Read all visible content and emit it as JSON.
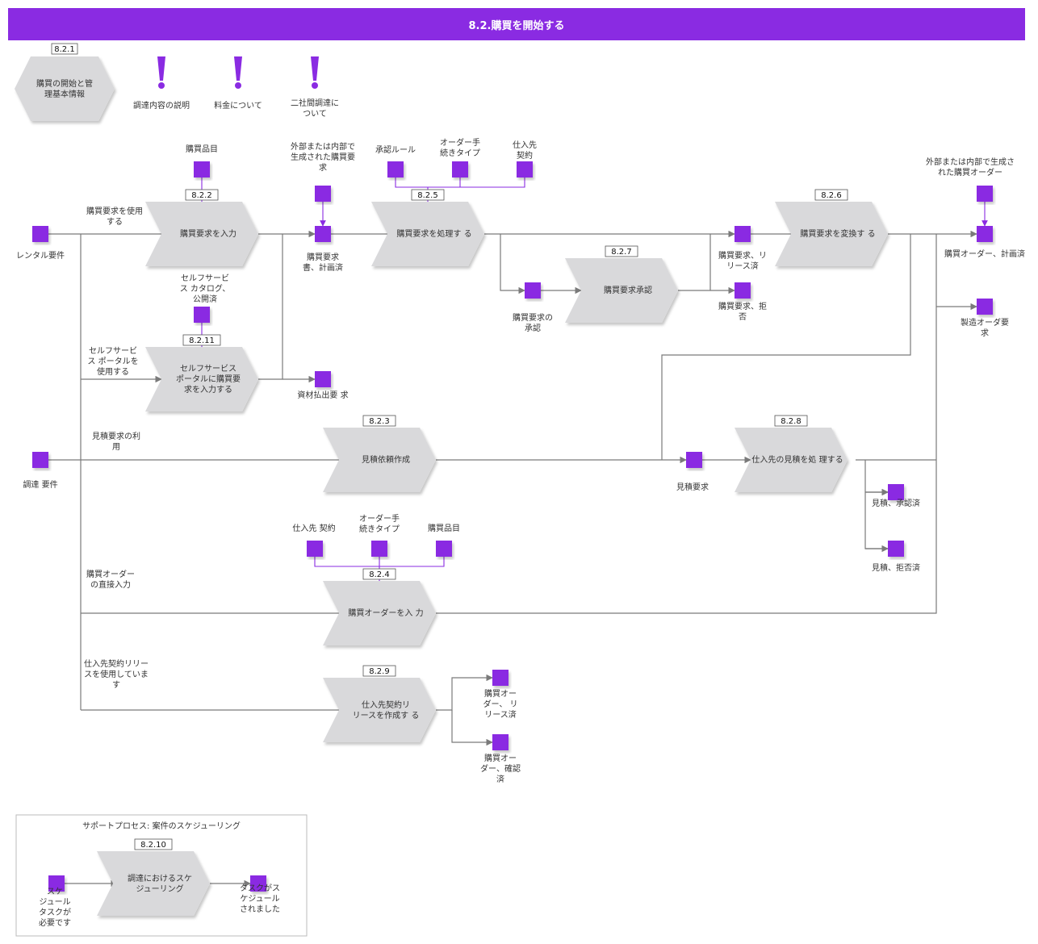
{
  "title": "8.2.購買を開始する",
  "colors": {
    "accent": "#8a2be2",
    "shape": "#d9d9db",
    "connector": "#7a7a7a"
  },
  "hex": {
    "id": "8.2.1",
    "label": "購買の開始と管理基本情報"
  },
  "notes": [
    {
      "label": "調達内容の説明"
    },
    {
      "label": "料金について"
    },
    {
      "label": "二社間調達について"
    }
  ],
  "processes": [
    {
      "key": "p822",
      "id": "8.2.2",
      "label": "購買要求を入力"
    },
    {
      "key": "p8211",
      "id": "8.2.11",
      "label": "セルフサービスポータルに購買要求を入力する"
    },
    {
      "key": "p825",
      "id": "8.2.5",
      "label": "購買要求を処理する"
    },
    {
      "key": "p827",
      "id": "8.2.7",
      "label": "購買要求承認"
    },
    {
      "key": "p826",
      "id": "8.2.6",
      "label": "購買要求を変換する"
    },
    {
      "key": "p823",
      "id": "8.2.3",
      "label": "見積依頼作成"
    },
    {
      "key": "p828",
      "id": "8.2.8",
      "label": "仕入先の見積を処理する"
    },
    {
      "key": "p824",
      "id": "8.2.4",
      "label": "購買オーダーを入力"
    },
    {
      "key": "p829",
      "id": "8.2.9",
      "label": "仕入先契約リリースを作成する"
    },
    {
      "key": "p8210",
      "id": "8.2.10",
      "label": "調達におけるスケジューリング"
    }
  ],
  "objects": [
    {
      "key": "rental",
      "label": "レンタル要件"
    },
    {
      "key": "procurement",
      "label": "調達 要件"
    },
    {
      "key": "item1",
      "label": "購買品目"
    },
    {
      "key": "catalog",
      "label": "セルフサービス カタログ、公開済"
    },
    {
      "key": "extreq",
      "label": "外部または内部で生成された購買要求"
    },
    {
      "key": "reqplanned",
      "label": "購買要求書、計画済"
    },
    {
      "key": "issue",
      "label": "資材払出要 求"
    },
    {
      "key": "rule",
      "label": "承認ルール"
    },
    {
      "key": "ordertype1",
      "label": "オーダー手続きタイプ"
    },
    {
      "key": "contract1",
      "label": "仕入先契約"
    },
    {
      "key": "approval",
      "label": "購買要求の承認"
    },
    {
      "key": "released",
      "label": "購買要求、リリース済"
    },
    {
      "key": "rejected",
      "label": "購買要求、拒否"
    },
    {
      "key": "extpo",
      "label": "外部または内部で生成された購買オーダー"
    },
    {
      "key": "poplanned",
      "label": "購買オーダー、計画済"
    },
    {
      "key": "mfgreq",
      "label": "製造オーダ要求"
    },
    {
      "key": "quotereq",
      "label": "見積要求"
    },
    {
      "key": "qapproved",
      "label": "見積、承認済"
    },
    {
      "key": "qrejected",
      "label": "見積、拒否済"
    },
    {
      "key": "contract2",
      "label": "仕入先 契約"
    },
    {
      "key": "ordertype2",
      "label": "オーダー手続きタイプ"
    },
    {
      "key": "item2",
      "label": "購買品目"
    },
    {
      "key": "porelease",
      "label": "購買オーダー、リリース済"
    },
    {
      "key": "poconfirmed",
      "label": "購買オーダー、確認済"
    },
    {
      "key": "schedtask",
      "label": "スケジュールタスクが必要です"
    },
    {
      "key": "scheduled",
      "label": "タスクがスケジュールされました"
    }
  ],
  "edge_labels": [
    {
      "key": "e1",
      "label": "購買要求を使用する"
    },
    {
      "key": "e2",
      "label": "セルフサービス ポータルを使用する"
    },
    {
      "key": "e3",
      "label": "見積要求の利用"
    },
    {
      "key": "e4",
      "label": "購買オーダーの直接入力"
    },
    {
      "key": "e5",
      "label": "仕入先契約リリースを使用しています"
    }
  ],
  "support": {
    "title": "サポートプロセス: 案件のスケジューリング"
  }
}
